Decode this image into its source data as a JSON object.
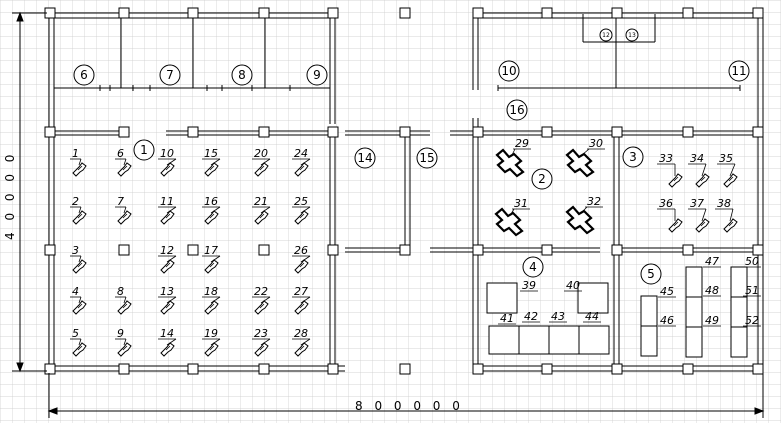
{
  "dimensions": {
    "width_label": "8 0 0 0 0 0",
    "height_label": "4 0 0 0 0"
  },
  "zones": [
    "1",
    "2",
    "3",
    "4",
    "5",
    "6",
    "7",
    "8",
    "9",
    "10",
    "11",
    "12",
    "13",
    "14",
    "15",
    "16"
  ],
  "machines": [
    "1",
    "2",
    "3",
    "4",
    "5",
    "6",
    "7",
    "8",
    "9",
    "10",
    "11",
    "12",
    "13",
    "14",
    "15",
    "16",
    "17",
    "18",
    "19",
    "20",
    "21",
    "22",
    "23",
    "24",
    "25",
    "26",
    "27",
    "28",
    "29",
    "30",
    "31",
    "32",
    "33",
    "34",
    "35",
    "36",
    "37",
    "38",
    "39",
    "40",
    "41",
    "42",
    "43",
    "44",
    "45",
    "46",
    "47",
    "48",
    "49",
    "50",
    "51",
    "52"
  ]
}
